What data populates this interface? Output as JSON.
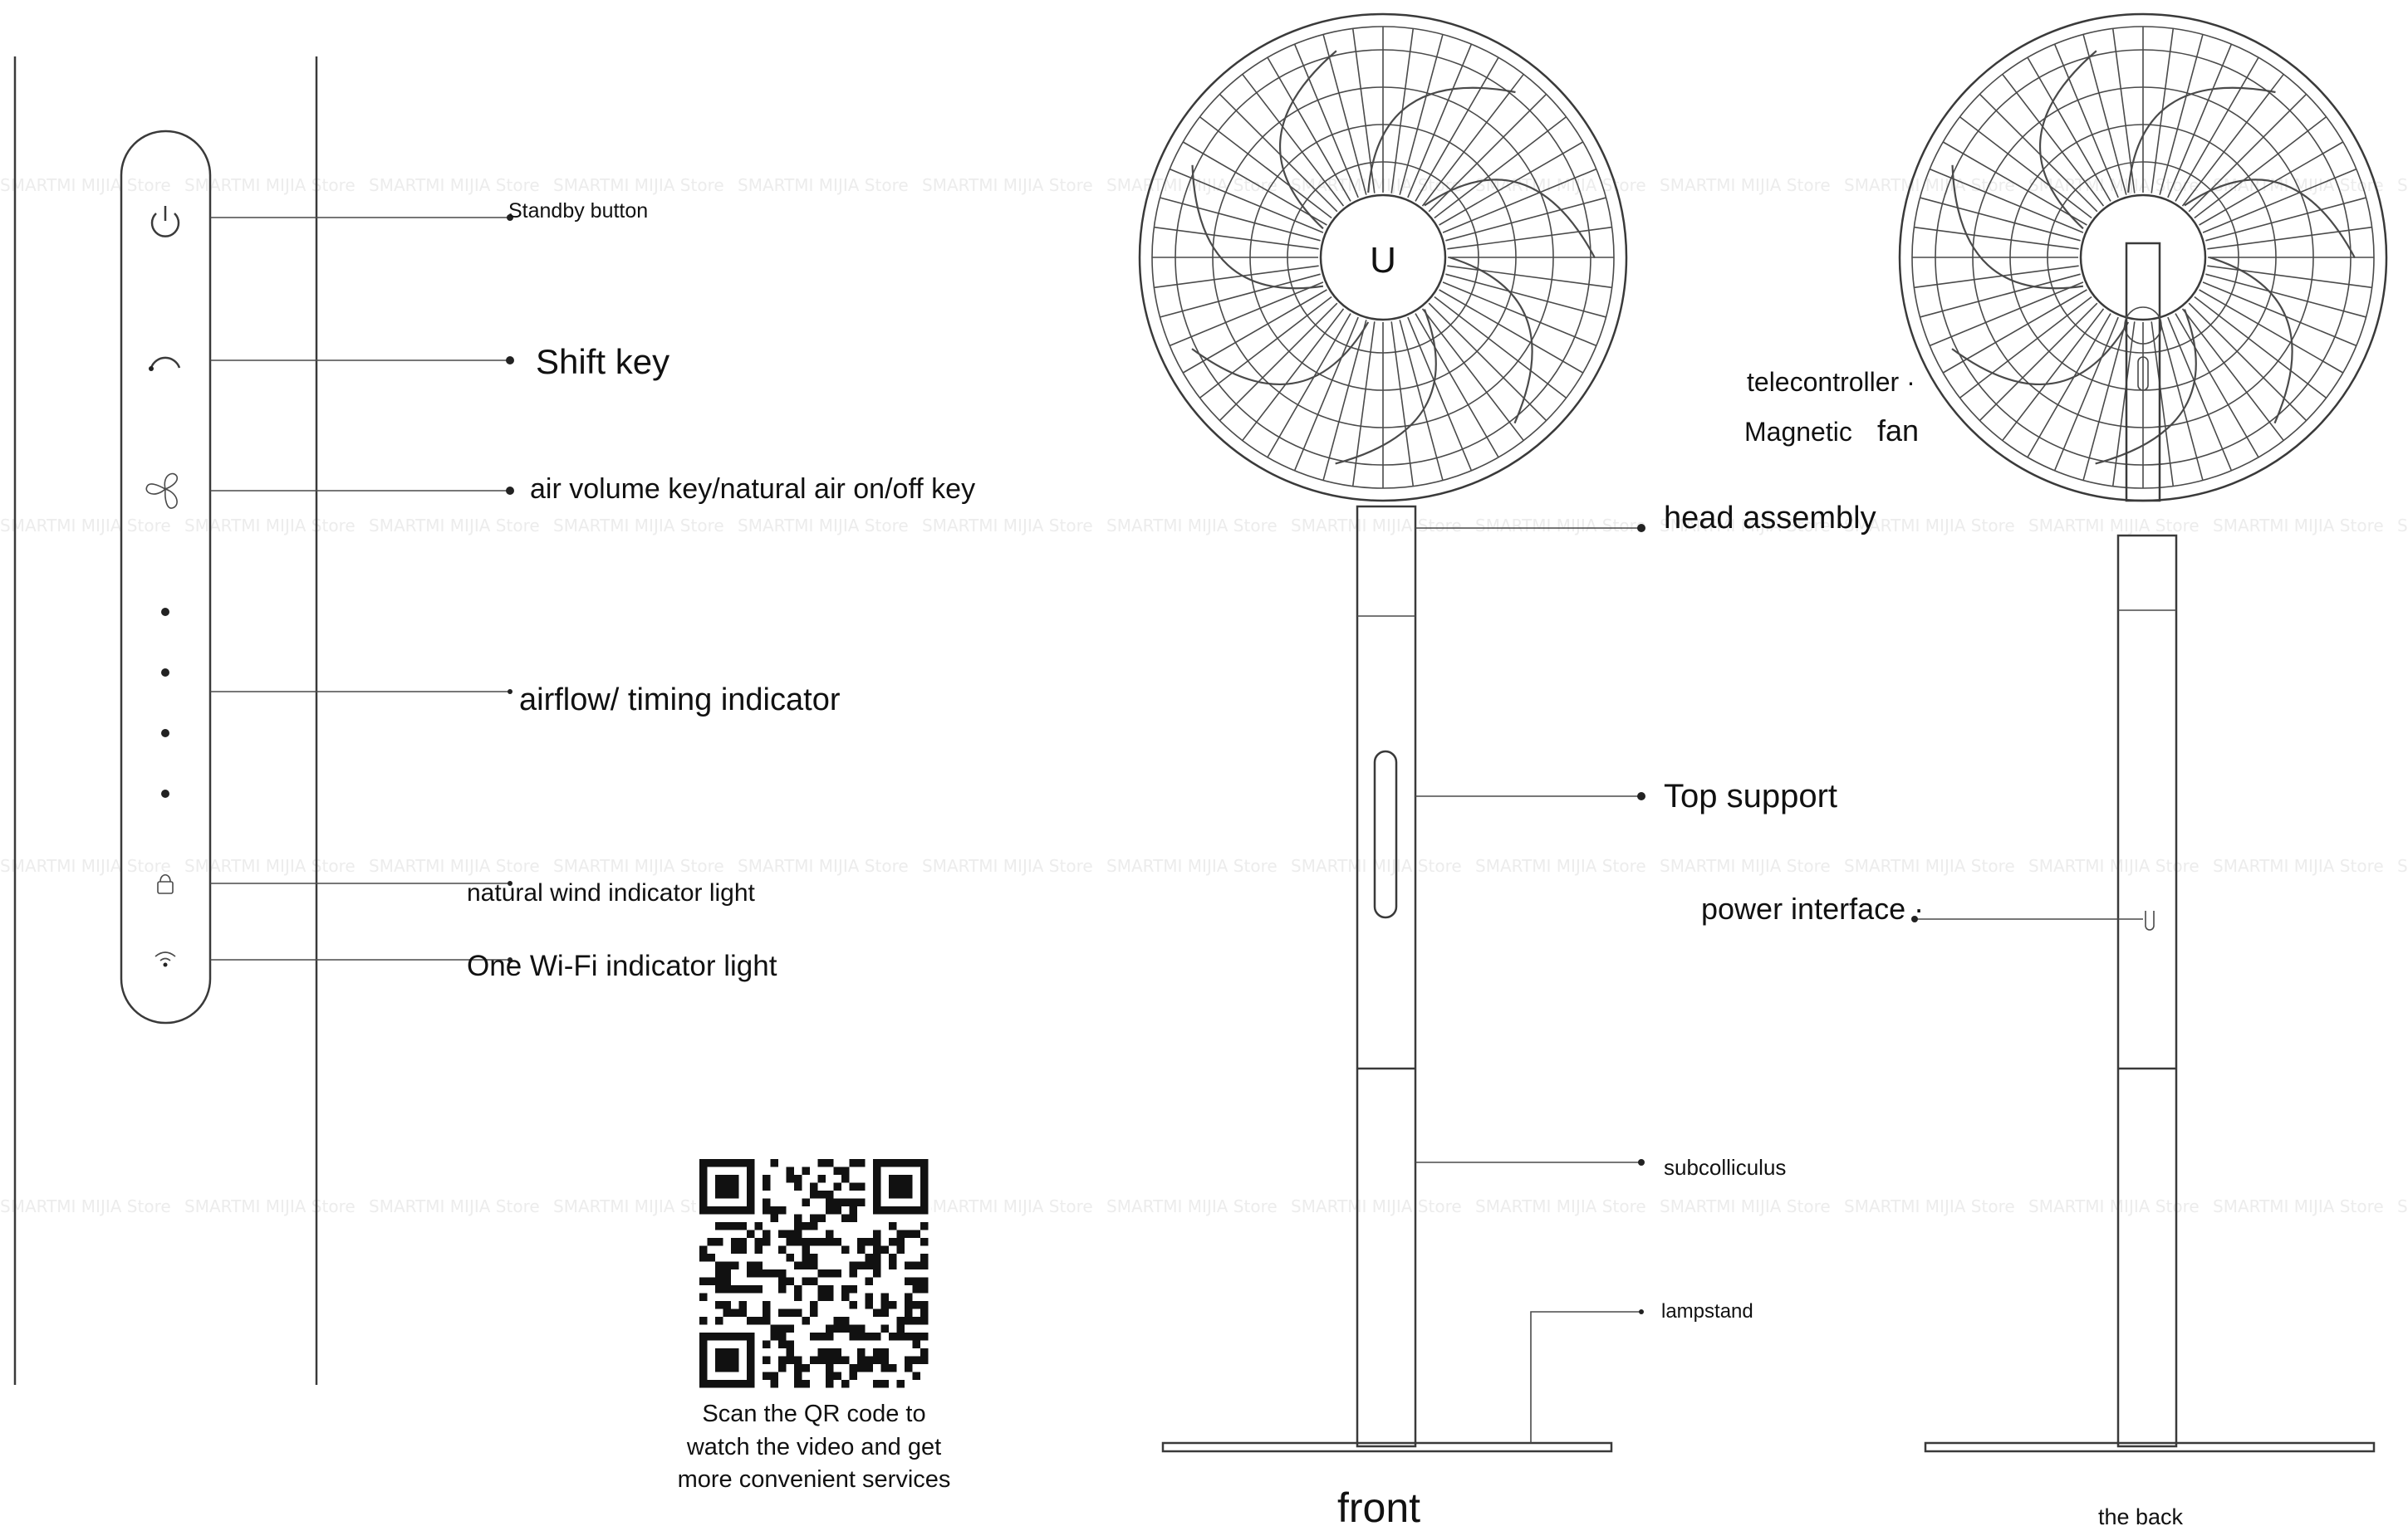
{
  "control_panel": {
    "labels": {
      "standby": "Standby button",
      "shift": "Shift key",
      "air_volume": "air volume key/natural air on/off key",
      "airflow": "airflow/ timing indicator",
      "natural_wind": "natural wind indicator light",
      "wifi": "One Wi-Fi indicator light"
    },
    "icons": {
      "standby": "power-icon",
      "shift": "arc-icon",
      "air_volume": "fan-blade-icon",
      "natural_wind": "leaf-lock-icon",
      "wifi": "wifi-icon"
    }
  },
  "qr": {
    "caption_line1": "Scan  the  QR  code  to",
    "caption_line2": "watch the video and get",
    "caption_line3": "more convenient services"
  },
  "front_view": {
    "title": "front",
    "hub_letter": "U",
    "labels": {
      "head": "head assembly",
      "top_support": "Top support",
      "subcolliculus": "subcolliculus",
      "lampstand": "lampstand"
    }
  },
  "back_view": {
    "title": "the back",
    "labels": {
      "telecontroller": "telecontroller ·",
      "magnetic": "Magnetic",
      "fan": "fan",
      "power": "power interface ·"
    }
  },
  "watermark": "SMARTMI  MIJIA  Store"
}
